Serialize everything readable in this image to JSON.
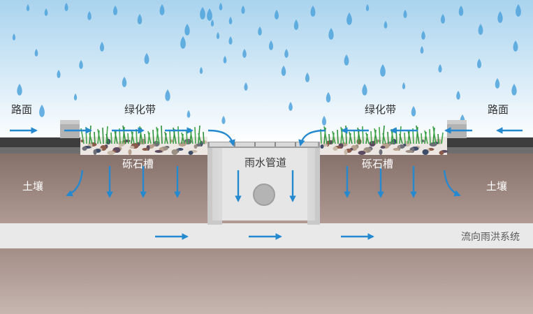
{
  "labels": {
    "road_left": "路面",
    "road_right": "路面",
    "green_belt_left": "绿化带",
    "green_belt_right": "绿化带",
    "gravel_trough_left": "砾石槽",
    "gravel_trough_right": "砾石槽",
    "soil_left": "土壤",
    "soil_right": "土壤",
    "storm_pipe": "雨水管道",
    "flow_to_system": "流向雨洪系统"
  },
  "colors": {
    "sky_top": "#a9d3ee",
    "sky_bottom": "#ffffff",
    "raindrop": "#4fa3dc",
    "arrow": "#2589d0",
    "asphalt": "#3d3d3d",
    "soil_top": "#85706a",
    "soil_bottom": "#b09a93",
    "gravel_bed": "#eae5e0",
    "grass": "#3fa64a",
    "pipe_channel": "#e8e8e8",
    "drain_box": "#e3e3e3",
    "deep_ground": "#ab9690",
    "curb": "#a9a9a9"
  },
  "icons": [
    "raindrop-icon",
    "flow-arrow-icon",
    "grate-icon",
    "pipe-opening-icon",
    "grass-icon",
    "gravel-icon"
  ]
}
